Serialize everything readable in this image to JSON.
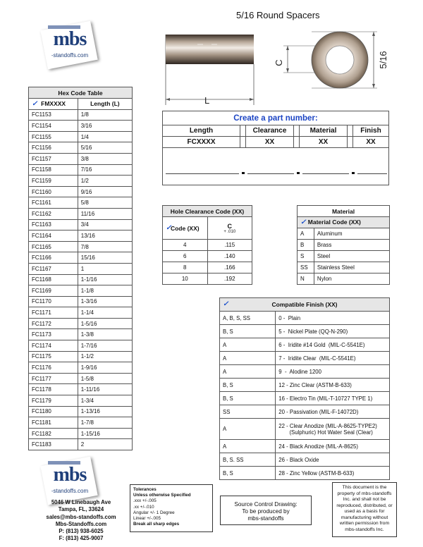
{
  "title": "5/16 Round Spacers",
  "logo": {
    "mark": "mbs",
    "url": "-standoffs.com"
  },
  "drawing": {
    "dim_length": "L",
    "dim_c": "C",
    "dim_dia": "5/16"
  },
  "hex_table": {
    "title": "Hex Code Table",
    "check": "✓",
    "col1": "FMXXXX",
    "col2": "Length (L)",
    "rows": [
      [
        "FC1153",
        "1/8"
      ],
      [
        "FC1154",
        "3/16"
      ],
      [
        "FC1155",
        "1/4"
      ],
      [
        "FC1156",
        "5/16"
      ],
      [
        "FC1157",
        "3/8"
      ],
      [
        "FC1158",
        "7/16"
      ],
      [
        "FC1159",
        "1/2"
      ],
      [
        "FC1160",
        "9/16"
      ],
      [
        "FC1161",
        "5/8"
      ],
      [
        "FC1162",
        "11/16"
      ],
      [
        "FC1163",
        "3/4"
      ],
      [
        "FC1164",
        "13/16"
      ],
      [
        "FC1165",
        "7/8"
      ],
      [
        "FC1166",
        "15/16"
      ],
      [
        "FC1167",
        "1"
      ],
      [
        "FC1168",
        "1-1/16"
      ],
      [
        "FC1169",
        "1-1/8"
      ],
      [
        "FC1170",
        "1-3/16"
      ],
      [
        "FC1171",
        "1-1/4"
      ],
      [
        "FC1172",
        "1-5/16"
      ],
      [
        "FC1173",
        "1-3/8"
      ],
      [
        "FC1174",
        "1-7/16"
      ],
      [
        "FC1175",
        "1-1/2"
      ],
      [
        "FC1176",
        "1-9/16"
      ],
      [
        "FC1177",
        "1-5/8"
      ],
      [
        "FC1178",
        "1-11/16"
      ],
      [
        "FC1179",
        "1-3/4"
      ],
      [
        "FC1180",
        "1-13/16"
      ],
      [
        "FC1181",
        "1-7/8"
      ],
      [
        "FC1182",
        "1-15/16"
      ],
      [
        "FC1183",
        "2"
      ]
    ]
  },
  "part_number": {
    "heading": "Create a part number:",
    "columns": [
      "Length",
      "Clearance",
      "Material",
      "Finish"
    ],
    "values": [
      "FCXXXX",
      "XX",
      "XX",
      "XX"
    ]
  },
  "hole_clearance": {
    "title": "Hole Clearance Code (XX)",
    "check": "✓",
    "col1": "Code (XX)",
    "col2": "C",
    "col2_tol": "+ .010",
    "rows": [
      [
        "4",
        ".115"
      ],
      [
        "6",
        ".140"
      ],
      [
        "8",
        ".166"
      ],
      [
        "10",
        ".192"
      ]
    ]
  },
  "material": {
    "title": "Material",
    "check": "✓",
    "subtitle": "Material Code (XX)",
    "rows": [
      [
        "A",
        "Aluminum"
      ],
      [
        "B",
        "Brass"
      ],
      [
        "S",
        "Steel"
      ],
      [
        "SS",
        "Stainless Steel"
      ],
      [
        "N",
        "Nylon"
      ]
    ]
  },
  "finish": {
    "title": "Compatible Finish (XX)",
    "check": "✓",
    "rows": [
      [
        "A, B, S, SS",
        "0 -  Plain"
      ],
      [
        "B, S",
        "5 -  Nickel Plate (QQ-N-290)"
      ],
      [
        "A",
        "6 -  Iridite #14 Gold  (MIL-C-5541E)"
      ],
      [
        "A",
        "7 -  Iridite Clear  (MIL-C-5541E)"
      ],
      [
        "A",
        "9  -  Alodine 1200"
      ],
      [
        "B, S",
        "12 - Zinc Clear (ASTM-B-633)"
      ],
      [
        "B, S",
        "16 - Electro Tin (MIL-T-10727 TYPE 1)"
      ],
      [
        "SS",
        "20 - Passivation (MIL-F-14072D)"
      ],
      [
        "A",
        "22 - Clear Anodize (MIL-A-8625-TYPE2)\n       (Sulphuric) Hot Water Seal (Clear)"
      ],
      [
        "A",
        "24 - Black Anodize (MIL-A-8625)"
      ],
      [
        "B, S. SS",
        "26 - Black Oxide"
      ],
      [
        "B, S",
        "28 - Zinc Yellow (ASTM-B-633)"
      ]
    ]
  },
  "address": {
    "lines": [
      "5046 W Linebaugh Ave",
      "Tampa, FL, 33624",
      "sales@mbs-standoffs.com",
      "Mbs-Standoffs.com",
      "P: (813) 938-6025",
      "F: (813) 425-9007"
    ]
  },
  "tolerances": {
    "title": "Tolerances",
    "subtitle": "Unless otherwise Specified",
    "lines": [
      ".xxx +/-.005",
      ".xx +/-.010",
      "Angular +/- 1 Degree",
      "Linear +/-.005"
    ],
    "footer": "Break all sharp edges"
  },
  "source_control": {
    "lines": [
      "Source Control Drawing:",
      "To be produced by",
      "mbs-standoffs"
    ]
  },
  "property_notice": "This document is the property of mbs-standoffs Inc. and shall not be reproduced, distributed, or used as a basis for manufacturing without written permission from mbs-standoffs Inc."
}
